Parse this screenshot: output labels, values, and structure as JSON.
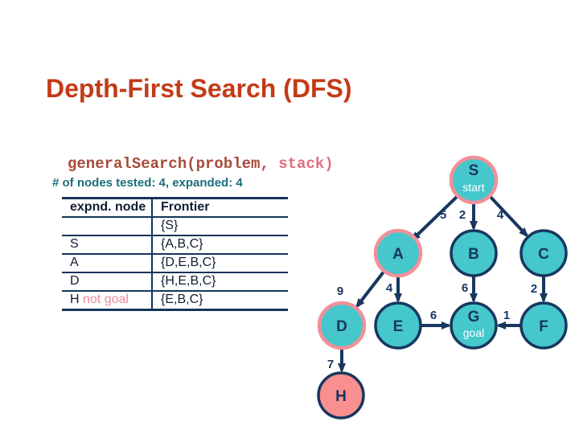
{
  "slide": {
    "title": "Depth-First Search (DFS)",
    "code_main": "generalSearch(problem,",
    "code_accent": " stack)",
    "stats": "# of nodes tested: 4, expanded: 4"
  },
  "table": {
    "headers": [
      "expnd. node",
      "Frontier"
    ],
    "rows": [
      {
        "node": "",
        "note": "",
        "frontier": "{S}"
      },
      {
        "node": "S",
        "note": "",
        "frontier": "{A,B,C}"
      },
      {
        "node": "A",
        "note": "",
        "frontier": "{D,E,B,C}"
      },
      {
        "node": "D",
        "note": "",
        "frontier": "{H,E,B,C}"
      },
      {
        "node": "H",
        "note": "not goal",
        "frontier": "{E,B,C}"
      }
    ]
  },
  "graph": {
    "nodes": [
      {
        "id": "S",
        "label": "S",
        "sublabel": "start",
        "state": "expanded"
      },
      {
        "id": "A",
        "label": "A",
        "state": "expanded"
      },
      {
        "id": "B",
        "label": "B",
        "state": "frontier"
      },
      {
        "id": "C",
        "label": "C",
        "state": "frontier"
      },
      {
        "id": "D",
        "label": "D",
        "state": "expanded"
      },
      {
        "id": "E",
        "label": "E",
        "state": "frontier"
      },
      {
        "id": "G",
        "label": "G",
        "sublabel": "goal",
        "state": "frontier"
      },
      {
        "id": "F",
        "label": "F",
        "state": "frontier"
      },
      {
        "id": "H",
        "label": "H",
        "state": "tested-not-goal"
      }
    ],
    "edges": [
      {
        "from": "S",
        "to": "A",
        "weight": "5"
      },
      {
        "from": "S",
        "to": "B",
        "weight": "2"
      },
      {
        "from": "S",
        "to": "C",
        "weight": "4"
      },
      {
        "from": "A",
        "to": "D",
        "weight": "9"
      },
      {
        "from": "A",
        "to": "E",
        "weight": "4"
      },
      {
        "from": "B",
        "to": "G",
        "weight": "6"
      },
      {
        "from": "C",
        "to": "F",
        "weight": "2"
      },
      {
        "from": "E",
        "to": "G",
        "weight": "6"
      },
      {
        "from": "F",
        "to": "G",
        "weight": "1"
      },
      {
        "from": "D",
        "to": "H",
        "weight": "7"
      }
    ]
  },
  "colors": {
    "title": "#C33B17",
    "code_main": "#A84B3A",
    "code_accent": "#E06E7E",
    "stats_text": "#1C6E7D",
    "navy": "#17375E",
    "node_fill_teal": "#45C7CB",
    "expanded_border_pink": "#F2909A",
    "not_goal_fill_pink": "#FA8F8F",
    "table_note_pink": "#EC8A97"
  }
}
